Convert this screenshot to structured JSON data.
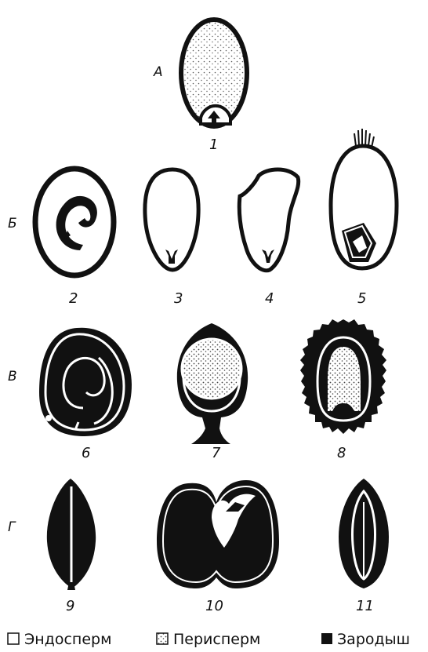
{
  "row_labels": {
    "a": "А",
    "b": "Б",
    "c": "В",
    "d": "Г"
  },
  "seed_numbers": [
    "1",
    "2",
    "3",
    "4",
    "5",
    "6",
    "7",
    "8",
    "9",
    "10",
    "11"
  ],
  "legend": {
    "endosperm": "Эндосперм",
    "perisperm": "Перисперм",
    "embryo": "Зародыш"
  },
  "colors": {
    "ink": "#111111",
    "paper": "#ffffff",
    "stipple": "#555555"
  }
}
